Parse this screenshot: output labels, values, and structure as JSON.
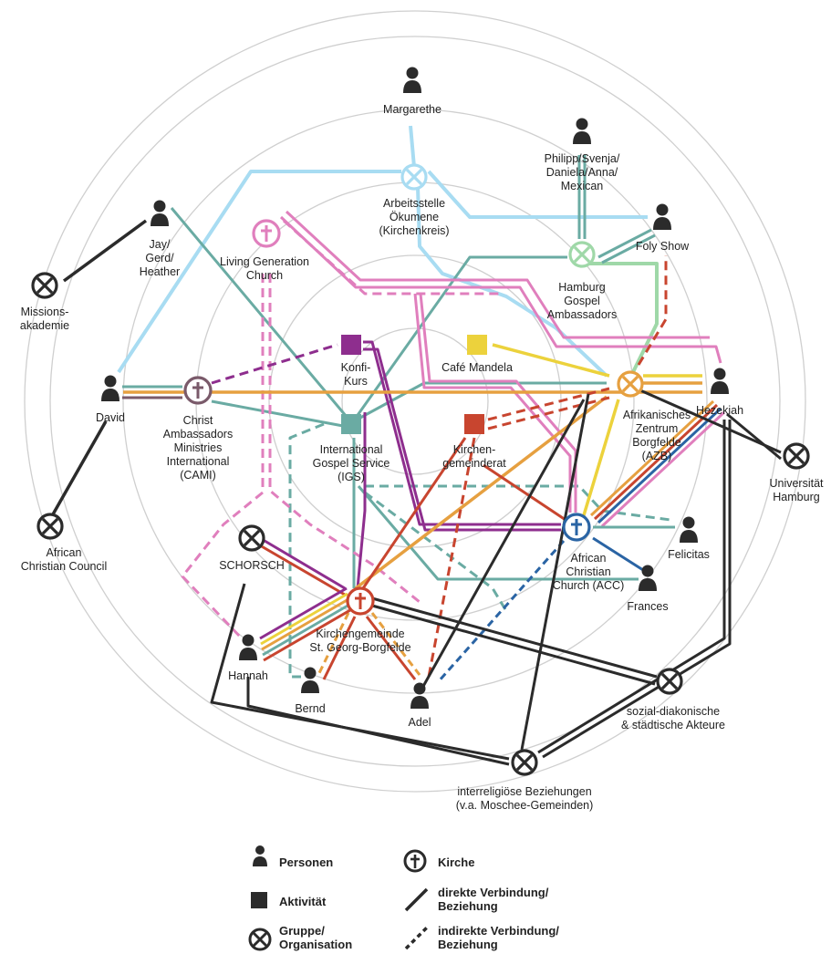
{
  "colors": {
    "ring": "#cfcfcf",
    "black": "#2b2b2b",
    "light_blue": "#a8dcf2",
    "teal": "#6aaba3",
    "pink": "#e07fbd",
    "purple": "#8e2e8e",
    "orange": "#e6a040",
    "yellow": "#ecd23c",
    "red": "#c8452f",
    "blue": "#2a64a4",
    "light_green": "#9fd8a8",
    "mauve": "#7a5a6a"
  },
  "nodes": {
    "margarethe": {
      "label_lines": [
        "Margarethe"
      ],
      "type": "person"
    },
    "philipp": {
      "label_lines": [
        "Philipp/Svenja/",
        "Daniela/Anna/",
        "Mexican"
      ],
      "type": "person"
    },
    "foly": {
      "label_lines": [
        "Foly Show"
      ],
      "type": "person"
    },
    "jay": {
      "label_lines": [
        "Jay/",
        "Gerd/",
        "Heather"
      ],
      "type": "person"
    },
    "david": {
      "label_lines": [
        "David"
      ],
      "type": "person"
    },
    "hezekiah": {
      "label_lines": [
        "Hezekiah"
      ],
      "type": "person"
    },
    "felicitas": {
      "label_lines": [
        "Felicitas"
      ],
      "type": "person"
    },
    "frances": {
      "label_lines": [
        "Frances"
      ],
      "type": "person"
    },
    "hannah": {
      "label_lines": [
        "Hannah"
      ],
      "type": "person"
    },
    "bernd": {
      "label_lines": [
        "Bernd"
      ],
      "type": "person"
    },
    "adel": {
      "label_lines": [
        "Adel"
      ],
      "type": "person"
    },
    "arbeitsstelle": {
      "label_lines": [
        "Arbeitsstelle",
        "Ökumene",
        "(Kirchenkreis)"
      ],
      "type": "group"
    },
    "hga": {
      "label_lines": [
        "Hamburg",
        "Gospel",
        "Ambassadors"
      ],
      "type": "group"
    },
    "azb": {
      "label_lines": [
        "Afrikanisches",
        "Zentrum",
        "Borgfelde",
        "(AZB)"
      ],
      "type": "group"
    },
    "missions": {
      "label_lines": [
        "Missions-",
        "akademie"
      ],
      "type": "group"
    },
    "acc_council": {
      "label_lines": [
        "African",
        "Christian Council"
      ],
      "type": "group"
    },
    "uni": {
      "label_lines": [
        "Universität",
        "Hamburg"
      ],
      "type": "group"
    },
    "schorsch": {
      "label_lines": [
        "SCHORSCH"
      ],
      "type": "group"
    },
    "sozial": {
      "label_lines": [
        "sozial-diakonische",
        "& städtische Akteure"
      ],
      "type": "group"
    },
    "interrel": {
      "label_lines": [
        "interreligiöse Beziehungen",
        "(v.a. Moschee-Gemeinden)"
      ],
      "type": "group"
    },
    "lgc": {
      "label_lines": [
        "Living Generation",
        "Church"
      ],
      "type": "church"
    },
    "cami": {
      "label_lines": [
        "Christ",
        "Ambassadors",
        "Ministries",
        "International",
        "(CAMI)"
      ],
      "type": "church"
    },
    "acc": {
      "label_lines": [
        "African",
        "Christian",
        "Church (ACC)"
      ],
      "type": "church"
    },
    "kg": {
      "label_lines": [
        "Kirchengemeinde",
        "St. Georg-Borgfelde"
      ],
      "type": "church"
    },
    "konfi": {
      "label_lines": [
        "Konfi-",
        "Kurs"
      ],
      "type": "activity"
    },
    "cafe": {
      "label_lines": [
        "Café Mandela"
      ],
      "type": "activity"
    },
    "igs": {
      "label_lines": [
        "International",
        "Gospel Service",
        "(IGS)"
      ],
      "type": "activity"
    },
    "kgr": {
      "label_lines": [
        "Kirchen-",
        "gemeinderat"
      ],
      "type": "activity"
    }
  },
  "legend": {
    "personen": "Personen",
    "aktivitaet": "Aktivität",
    "gruppe_lines": [
      "Gruppe/",
      "Organisation"
    ],
    "kirche": "Kirche",
    "direkt_lines": [
      "direkte Verbindung/",
      "Beziehung"
    ],
    "indirekt_lines": [
      "indirekte Verbindung/",
      "Beziehung"
    ]
  }
}
